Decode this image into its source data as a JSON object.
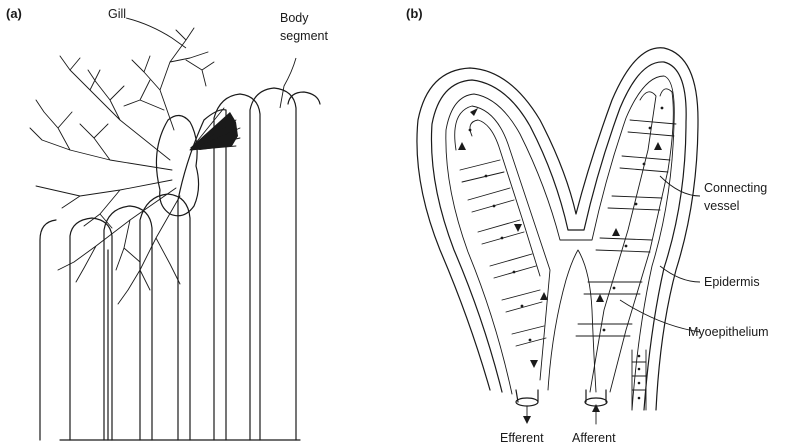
{
  "panel_a": {
    "letter": "(a)",
    "labels": {
      "gill": "Gill",
      "body_segment_line1": "Body",
      "body_segment_line2": "segment"
    }
  },
  "panel_b": {
    "letter": "(b)",
    "labels": {
      "connecting_vessel_line1": "Connecting",
      "connecting_vessel_line2": "vessel",
      "epidermis": "Epidermis",
      "myoepithelium": "Myoepithelium",
      "efferent": "Efferent",
      "afferent": "Afferent"
    }
  }
}
